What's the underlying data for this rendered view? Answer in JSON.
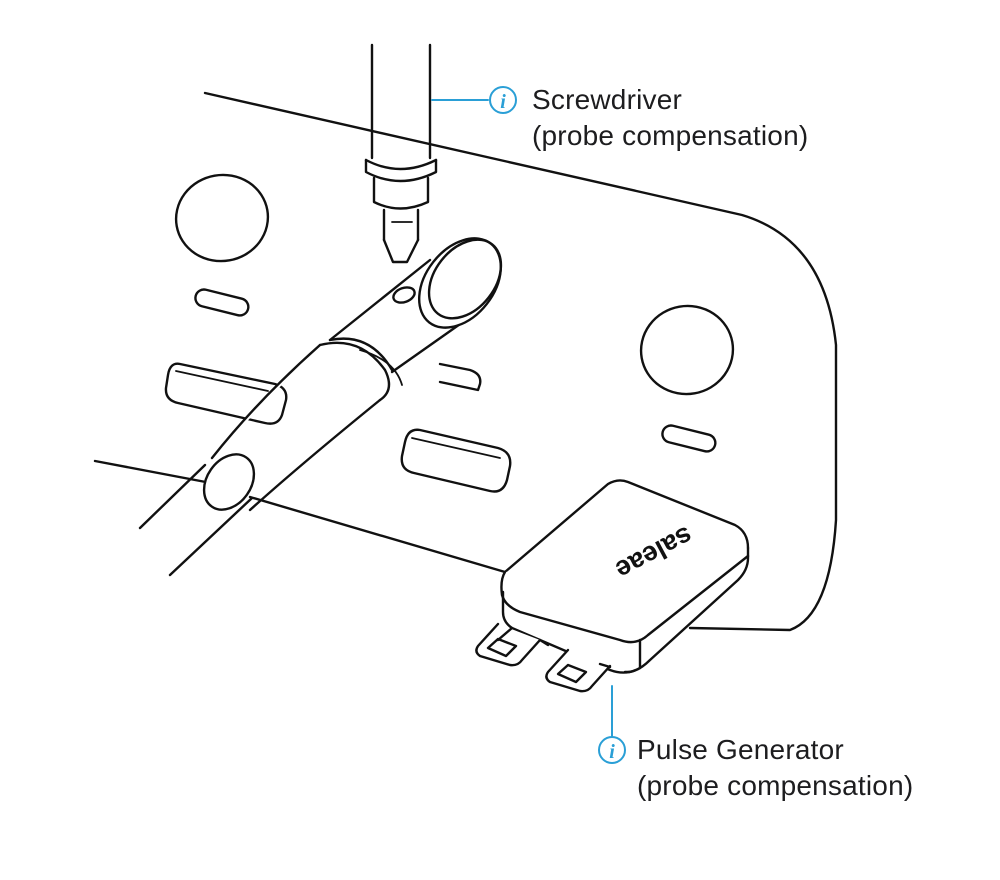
{
  "colors": {
    "line": "#111111",
    "callout": "#2a9fd6",
    "text": "#1d1d1f",
    "background": "#ffffff"
  },
  "labels": {
    "screwdriver": {
      "icon": "info-icon",
      "title": "Screwdriver",
      "subtitle": "(probe compensation)"
    },
    "pulse_generator": {
      "icon": "info-icon",
      "title": "Pulse Generator",
      "subtitle": "(probe compensation)"
    }
  },
  "device": {
    "brand_text": "saleae"
  }
}
